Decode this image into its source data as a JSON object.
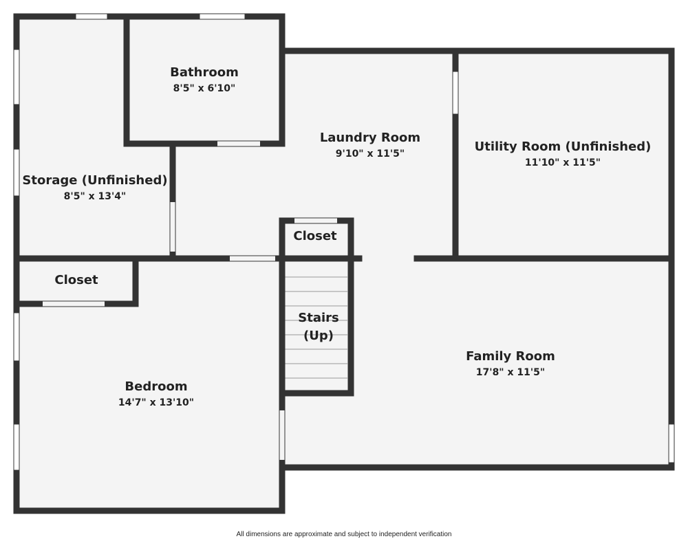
{
  "colors": {
    "wall": "#333333",
    "floor": "#f4f4f4",
    "window": "#ffffff",
    "background": "#ffffff"
  },
  "rooms": {
    "bathroom": {
      "name": "Bathroom",
      "dims": "8'5\" x 6'10\""
    },
    "storage": {
      "name": "Storage (Unfinished)",
      "dims": "8'5\" x 13'4\""
    },
    "laundry": {
      "name": "Laundry Room",
      "dims": "9'10\" x 11'5\""
    },
    "utility": {
      "name": "Utility Room (Unfinished)",
      "dims": "11'10\" x 11'5\""
    },
    "closet_stairs": {
      "name": "Closet"
    },
    "closet_bedroom": {
      "name": "Closet"
    },
    "stairs": {
      "line1": "Stairs",
      "line2": "(Up)"
    },
    "family": {
      "name": "Family Room",
      "dims": "17'8\" x 11'5\""
    },
    "bedroom": {
      "name": "Bedroom",
      "dims": "14'7\" x 13'10\""
    }
  },
  "footer": {
    "disclaimer": "All dimensions are approximate and subject to independent verification"
  }
}
